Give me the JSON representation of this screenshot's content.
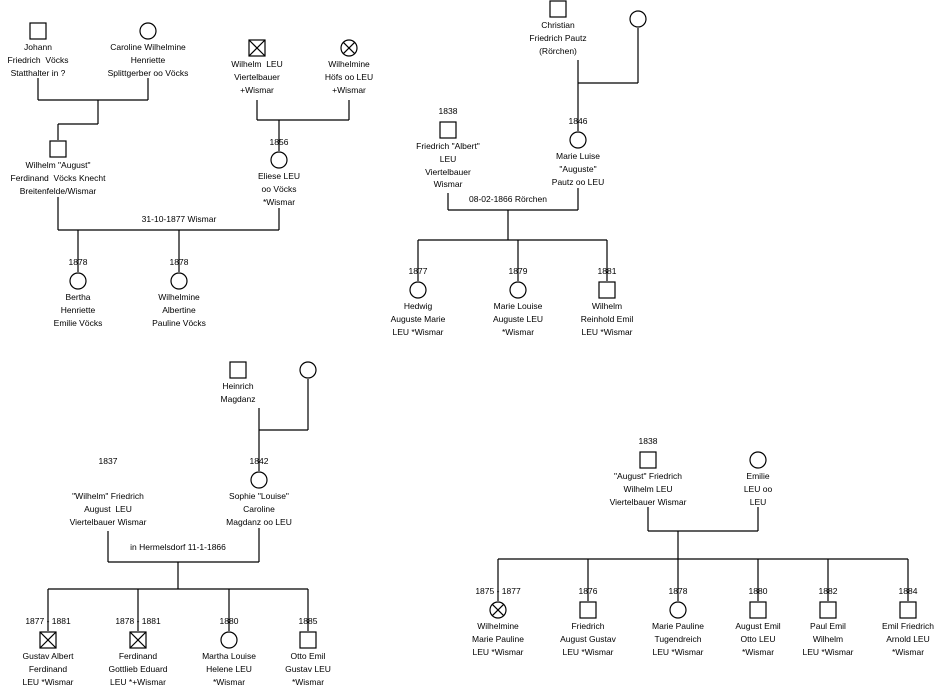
{
  "families": [
    {
      "id": "f1",
      "father": {
        "symbol": "square",
        "lines": [
          "Johann",
          "Friedrich  Vöcks",
          "Statthalter in ?"
        ]
      },
      "mother": {
        "symbol": "circle",
        "lines": [
          "Caroline Wilhelmine",
          "Henriette",
          "Splittgerber oo Vöcks"
        ]
      },
      "child": {
        "symbol": "square",
        "lines": [
          "Wilhelm \"August\"",
          "Ferdinand  Vöcks Knecht",
          "Breitenfelde/Wismar"
        ]
      }
    },
    {
      "id": "f2",
      "father": {
        "symbol": "crossed-square",
        "lines": [
          "Wilhelm  LEU",
          "Viertelbauer",
          "+Wismar"
        ]
      },
      "mother": {
        "symbol": "crossed-circle",
        "lines": [
          "Wilhelmine",
          "Höfs oo LEU",
          "+Wismar"
        ]
      },
      "child": {
        "symbol": "circle",
        "year": "1856",
        "lines": [
          "Eliese LEU",
          "oo Vöcks",
          "*Wismar"
        ]
      }
    },
    {
      "id": "f3",
      "marriage": "31-10-1877 Wismar",
      "children": [
        {
          "symbol": "circle",
          "year": "1878",
          "lines": [
            "Bertha",
            "Henriette",
            "Emilie Vöcks"
          ]
        },
        {
          "symbol": "circle",
          "year": "1878",
          "lines": [
            "Wilhelmine",
            "Albertine",
            "Pauline Vöcks"
          ]
        }
      ]
    },
    {
      "id": "f4",
      "father": {
        "symbol": "square",
        "lines": [
          "Christian",
          "Friedrich Pautz",
          "(Rörchen)"
        ]
      },
      "mother": {
        "symbol": "circle",
        "lines": []
      },
      "child": {
        "symbol": "circle",
        "year": "1846",
        "lines": [
          "Marie Luise",
          "\"Auguste\"",
          "Pautz oo LEU"
        ]
      }
    },
    {
      "id": "f5",
      "father": {
        "symbol": "square",
        "year": "1838",
        "lines": [
          "Friedrich \"Albert\"",
          "LEU",
          "Viertelbauer",
          "Wismar"
        ]
      },
      "marriage": "08-02-1866 Rörchen",
      "children": [
        {
          "symbol": "circle",
          "year": "1877",
          "lines": [
            "Hedwig",
            "Auguste Marie",
            "LEU *Wismar"
          ]
        },
        {
          "symbol": "circle",
          "year": "1879",
          "lines": [
            "Marie Louise",
            "Auguste LEU",
            "*Wismar"
          ]
        },
        {
          "symbol": "square",
          "year": "1881",
          "lines": [
            "Wilhelm",
            "Reinhold Emil",
            "LEU *Wismar"
          ]
        }
      ]
    },
    {
      "id": "f6",
      "father": {
        "symbol": "square",
        "lines": [
          "Heinrich",
          "Magdanz"
        ]
      },
      "mother": {
        "symbol": "circle",
        "lines": []
      },
      "child": {
        "symbol": "circle",
        "year": "1842",
        "lines": [
          "Sophie \"Louise\"",
          "Caroline",
          "Magdanz oo LEU"
        ]
      }
    },
    {
      "id": "f7",
      "father": {
        "symbol": "none",
        "year": "1837",
        "lines": [
          "\"Wilhelm\" Friedrich",
          "August  LEU",
          "Viertelbauer Wismar"
        ]
      },
      "marriage": "in Hermelsdorf 11-1-1866",
      "children": [
        {
          "symbol": "crossed-square",
          "year": "1877 - 1881",
          "lines": [
            "Gustav Albert",
            "Ferdinand",
            "LEU *Wismar"
          ]
        },
        {
          "symbol": "crossed-square",
          "year": "1878 - 1881",
          "lines": [
            "Ferdinand",
            "Gottlieb Eduard",
            "LEU *+Wismar"
          ]
        },
        {
          "symbol": "circle",
          "year": "1880",
          "lines": [
            "Martha Louise",
            "Helene LEU",
            "*Wismar"
          ]
        },
        {
          "symbol": "square",
          "year": "1885",
          "lines": [
            "Otto Emil",
            "Gustav LEU",
            "*Wismar"
          ]
        }
      ]
    },
    {
      "id": "f8",
      "father": {
        "symbol": "square",
        "year": "1838",
        "lines": [
          "\"August\" Friedrich",
          "Wilhelm LEU",
          "Viertelbauer Wismar"
        ]
      },
      "mother": {
        "symbol": "circle",
        "lines": [
          "Emilie",
          "LEU oo",
          "LEU"
        ]
      },
      "children": [
        {
          "symbol": "crossed-circle",
          "year": "1875 - 1877",
          "lines": [
            "Wilhelmine",
            "Marie Pauline",
            "LEU *Wismar"
          ]
        },
        {
          "symbol": "square",
          "year": "1876",
          "lines": [
            "Friedrich",
            "August Gustav",
            "LEU *Wismar"
          ]
        },
        {
          "symbol": "circle",
          "year": "1878",
          "lines": [
            "Marie Pauline",
            "Tugendreich",
            "LEU *Wismar"
          ]
        },
        {
          "symbol": "square",
          "year": "1880",
          "lines": [
            "August Emil",
            "Otto LEU",
            "*Wismar"
          ]
        },
        {
          "symbol": "square",
          "year": "1882",
          "lines": [
            "Paul Emil",
            "Wilhelm",
            "LEU *Wismar"
          ]
        },
        {
          "symbol": "square",
          "year": "1884",
          "lines": [
            "Emil Friedrich",
            "Arnold LEU",
            "*Wismar"
          ]
        }
      ]
    }
  ]
}
